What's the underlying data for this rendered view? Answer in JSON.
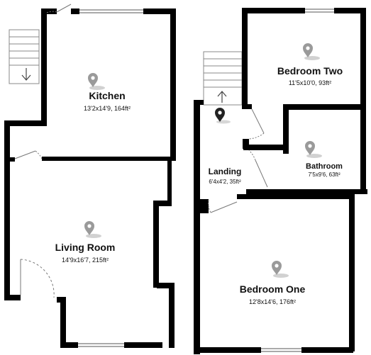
{
  "rooms": {
    "kitchen": {
      "name": "Kitchen",
      "dims": "13'2x14'9, 164ft²"
    },
    "living_room": {
      "name": "Living Room",
      "dims": "14'9x16'7, 215ft²"
    },
    "bedroom_two": {
      "name": "Bedroom Two",
      "dims": "11'5x10'0, 93ft²"
    },
    "bathroom": {
      "name": "Bathroom",
      "dims": "7'5x9'6, 63ft²"
    },
    "landing": {
      "name": "Landing",
      "dims": "6'4x4'2, 35ft²"
    },
    "bedroom_one": {
      "name": "Bedroom One",
      "dims": "12'8x14'6, 176ft²"
    }
  },
  "icons": {
    "room_marker": "location-pin-icon",
    "stairs_down": "arrow-down-icon",
    "stairs_up": "arrow-up-icon",
    "current_position": "dark-location-pin-icon"
  }
}
